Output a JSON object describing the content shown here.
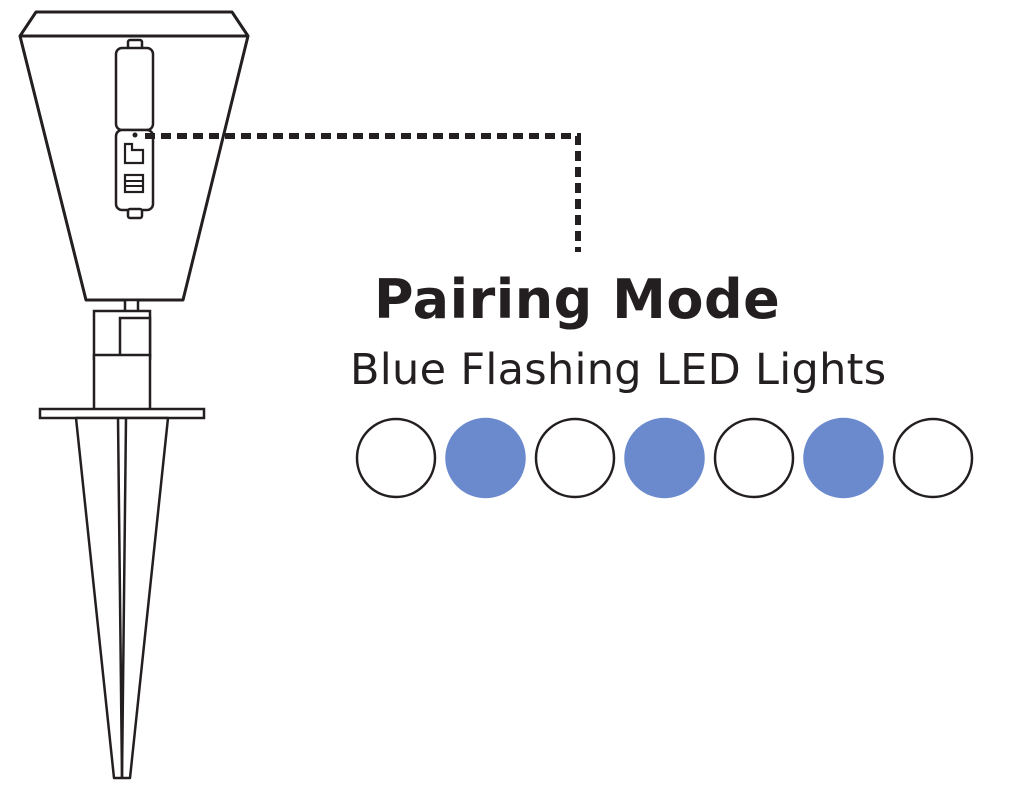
{
  "heading": "Pairing Mode",
  "subheading": "Blue Flashing LED Lights",
  "led_sequence": [
    {
      "state": "off"
    },
    {
      "state": "on"
    },
    {
      "state": "off"
    },
    {
      "state": "on"
    },
    {
      "state": "off"
    },
    {
      "state": "on"
    },
    {
      "state": "off"
    }
  ],
  "colors": {
    "line": "#231f20",
    "led_on": "#6b8ace",
    "led_off": "#ffffff"
  }
}
